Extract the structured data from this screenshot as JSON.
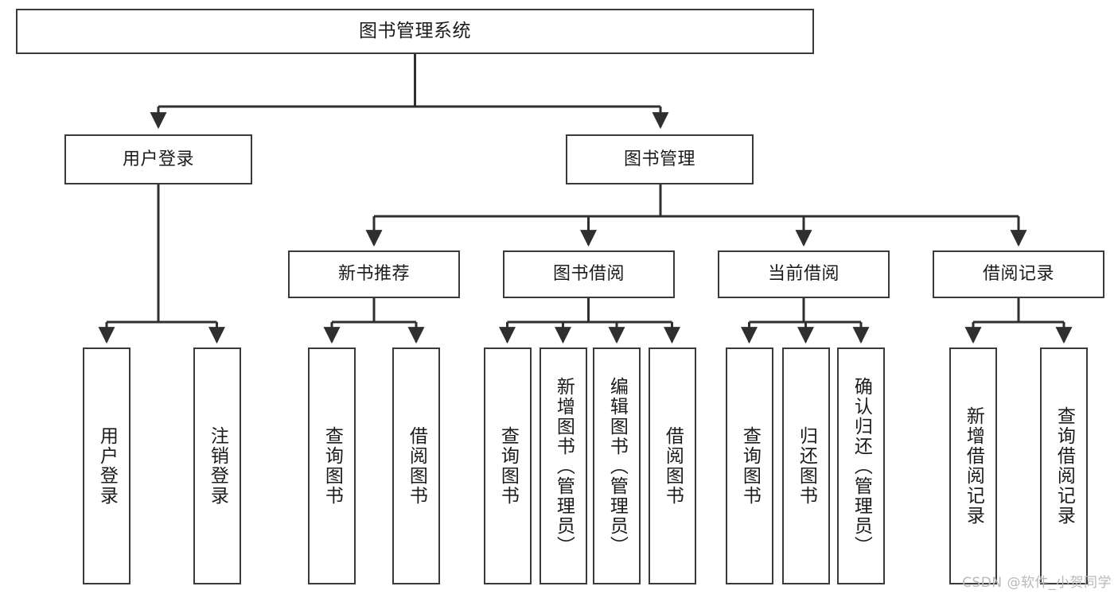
{
  "diagram": {
    "title": "图书管理系统",
    "type": "hierarchy-tree",
    "watermark": "CSDN @软件_小贺同学",
    "colors": {
      "box_border": "#3a3a3a",
      "box_fill": "#ffffff",
      "connector": "#2f2f2f",
      "text": "#1b1b1b",
      "watermark": "#b9b9b9",
      "background": "#ffffff"
    },
    "levels": {
      "level1": [
        {
          "id": "root",
          "label": "图书管理系统",
          "orientation": "horizontal"
        }
      ],
      "level2": [
        {
          "id": "login",
          "label": "用户登录",
          "orientation": "horizontal",
          "parent": "root"
        },
        {
          "id": "bookmgmt",
          "label": "图书管理",
          "orientation": "horizontal",
          "parent": "root"
        }
      ],
      "level3": [
        {
          "id": "newbook",
          "label": "新书推荐",
          "orientation": "horizontal",
          "parent": "bookmgmt"
        },
        {
          "id": "borrow",
          "label": "图书借阅",
          "orientation": "horizontal",
          "parent": "bookmgmt"
        },
        {
          "id": "current",
          "label": "当前借阅",
          "orientation": "horizontal",
          "parent": "bookmgmt"
        },
        {
          "id": "records",
          "label": "借阅记录",
          "orientation": "horizontal",
          "parent": "bookmgmt"
        }
      ],
      "leaves": [
        {
          "id": "leaf-user-login",
          "label": "用户登录",
          "parent": "login",
          "orientation": "vertical"
        },
        {
          "id": "leaf-user-logout",
          "label": "注销登录",
          "parent": "login",
          "orientation": "vertical"
        },
        {
          "id": "leaf-nb-query",
          "label": "查询图书",
          "parent": "newbook",
          "orientation": "vertical"
        },
        {
          "id": "leaf-nb-borrow",
          "label": "借阅图书",
          "parent": "newbook",
          "orientation": "vertical"
        },
        {
          "id": "leaf-bb-query",
          "label": "查询图书",
          "parent": "borrow",
          "orientation": "vertical"
        },
        {
          "id": "leaf-bb-add",
          "label": "新增图书（管理员）",
          "parent": "borrow",
          "orientation": "vertical"
        },
        {
          "id": "leaf-bb-edit",
          "label": "编辑图书（管理员）",
          "parent": "borrow",
          "orientation": "vertical"
        },
        {
          "id": "leaf-bb-borrow",
          "label": "借阅图书",
          "parent": "borrow",
          "orientation": "vertical"
        },
        {
          "id": "leaf-cb-query",
          "label": "查询图书",
          "parent": "current",
          "orientation": "vertical"
        },
        {
          "id": "leaf-cb-return",
          "label": "归还图书",
          "parent": "current",
          "orientation": "vertical"
        },
        {
          "id": "leaf-cb-confirm",
          "label": "确认归还（管理员）",
          "parent": "current",
          "orientation": "vertical"
        },
        {
          "id": "leaf-rec-add",
          "label": "新增借阅记录",
          "parent": "records",
          "orientation": "vertical"
        },
        {
          "id": "leaf-rec-query",
          "label": "查询借阅记录",
          "parent": "records",
          "orientation": "vertical"
        }
      ]
    }
  }
}
